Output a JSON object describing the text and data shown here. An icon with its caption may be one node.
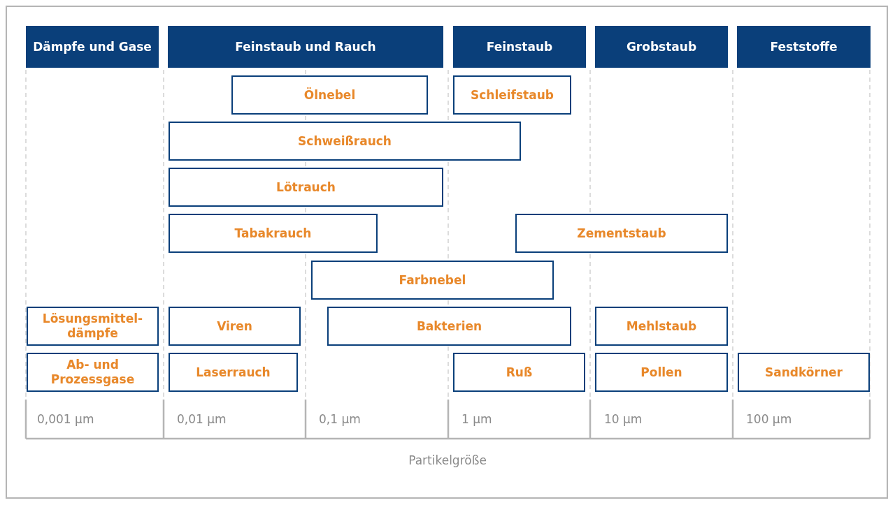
{
  "diagram": {
    "nodes": [
      {
        "text": [
          "Dämpfe und Gase"
        ]
      },
      {
        "text": [
          "Feinstaub und Rauch"
        ]
      },
      {
        "text": [
          "Feinstaub"
        ]
      },
      {
        "text": [
          "Grobstaub"
        ]
      },
      {
        "text": [
          "Feststoffe"
        ]
      },
      {
        "text": [
          "Ölnebel"
        ]
      },
      {
        "text": [
          "Schleifstaub"
        ]
      },
      {
        "text": [
          "Schweißrauch"
        ]
      },
      {
        "text": [
          "Lötrauch"
        ]
      },
      {
        "text": [
          "Tabakrauch"
        ]
      },
      {
        "text": [
          "Zementstaub"
        ]
      },
      {
        "text": [
          "Farbnebel"
        ]
      },
      {
        "text": [
          "Lösungsmittel- dämpfe"
        ]
      },
      {
        "text": [
          "Viren"
        ]
      },
      {
        "text": [
          "Bakterien"
        ]
      },
      {
        "text": [
          "Mehlstaub"
        ]
      },
      {
        "text": [
          "Ab- und Prozessgase"
        ]
      },
      {
        "text": [
          "Laserrauch"
        ]
      },
      {
        "text": [
          "Ruß"
        ]
      },
      {
        "text": [
          "Pollen"
        ]
      },
      {
        "text": [
          "Sandkörner"
        ]
      }
    ],
    "labels": [
      "0,001 µm",
      "0,01 µm",
      "0,1 µm",
      "1 µm",
      "10 µm",
      "100 µm",
      "Partikelgröße"
    ]
  }
}
